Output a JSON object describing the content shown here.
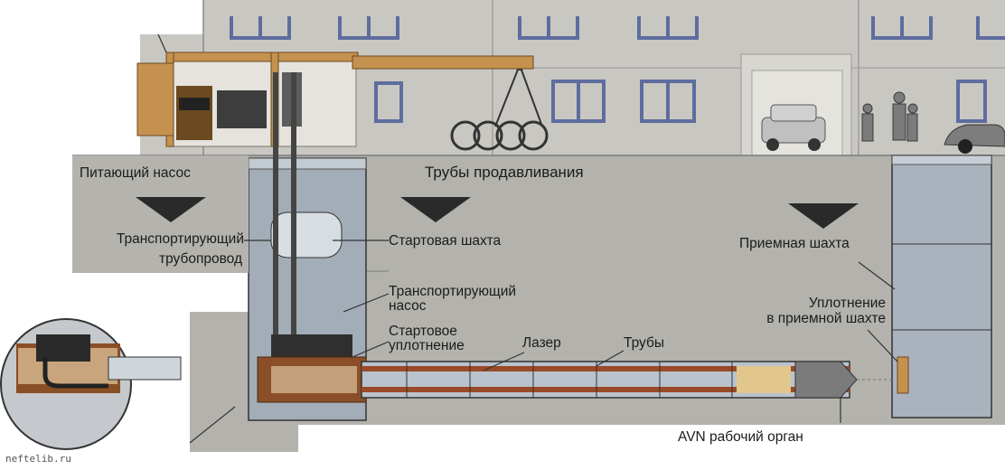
{
  "labels": {
    "feed_pump": "Питающий насос",
    "jacking_pipes": "Трубы продавливания",
    "transport_pipeline_1": "Транспортирующий",
    "transport_pipeline_2": "трубопровод",
    "launch_shaft": "Стартовая шахта",
    "receiving_shaft": "Приемная шахта",
    "transport_pump_1": "Транспортирующий",
    "transport_pump_2": "насос",
    "launch_seal_1": "Стартовое",
    "launch_seal_2": "уплотнение",
    "laser": "Лазер",
    "pipes": "Трубы",
    "receiving_seal_1": "Уплотнение",
    "receiving_seal_2": "в приемной шахте",
    "avn_head": "AVN рабочий орган"
  },
  "watermark": "neftelib.ru",
  "colors": {
    "ground": "#b4b3ad",
    "building": "#c8c6c0",
    "window": "#5f6fa0",
    "shaft": "#9da7b2",
    "pipe": "#b9c2cc",
    "frame": "#c4914f",
    "arrow": "#2a2a2a"
  }
}
